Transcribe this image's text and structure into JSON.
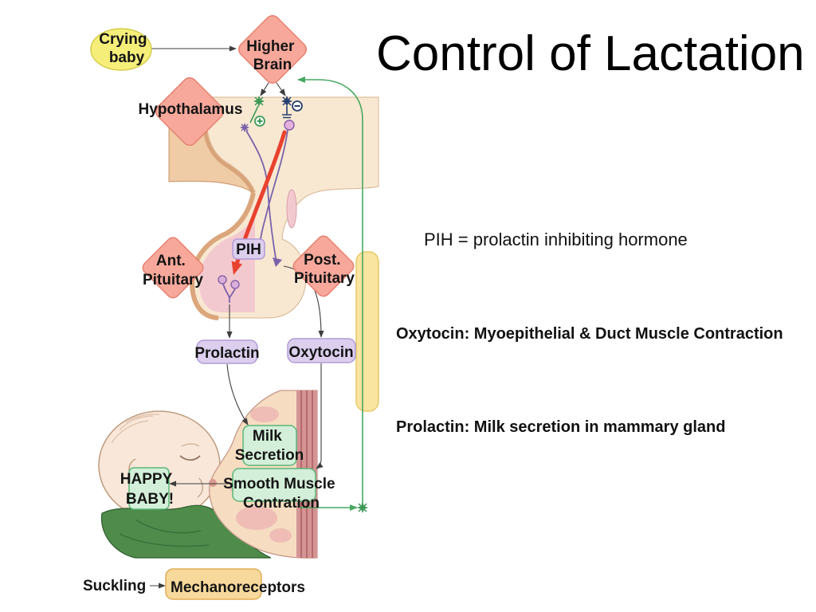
{
  "title": "Control of Lactation",
  "nodes": {
    "crying_baby": {
      "lines": [
        "Crying",
        "baby"
      ]
    },
    "higher_brain": {
      "lines": [
        "Higher",
        "Brain"
      ]
    },
    "hypothalamus": {
      "label": "Hypothalamus"
    },
    "pih": {
      "label": "PIH"
    },
    "ant_pituitary": {
      "lines": [
        "Ant.",
        "Pituitary"
      ]
    },
    "post_pituitary": {
      "lines": [
        "Post.",
        "Pituitary"
      ]
    },
    "prolactin": {
      "label": "Prolactin"
    },
    "oxytocin": {
      "label": "Oxytocin"
    },
    "milk_secretion": {
      "lines": [
        "Milk",
        "Secretion"
      ]
    },
    "smooth_muscle": {
      "lines": [
        "Smooth Muscle",
        "Contration"
      ]
    },
    "happy_baby": {
      "lines": [
        "HAPPY",
        "BABY!"
      ]
    },
    "suckling": {
      "label": "Suckling"
    },
    "mechanoreceptors": {
      "label": "Mechanoreceptors"
    }
  },
  "notes": {
    "pih_definition": "PIH = prolactin inhibiting hormone",
    "oxytocin_effect": "Oxytocin: Myoepithelial & Duct Muscle Contraction",
    "prolactin_effect": "Prolactin: Milk secretion in mammary gland"
  },
  "icons": {
    "excitatory_synapse": "green-star-icon",
    "inhibitory_synapse": "navy-star-icon",
    "neuron_terminal": "purple-star-icon",
    "stimulation": "plus-circle-icon",
    "inhibition": "minus-circle-icon"
  },
  "colors": {
    "diamond_fill": "#f7a89b",
    "diamond_stroke": "#e8806f",
    "crying_fill": "#f5ef7a",
    "hormone_fill": "#dccfee",
    "hormone_stroke": "#b29bd6",
    "effect_fill": "#d3efd9",
    "effect_stroke": "#5bb679",
    "receptor_fill": "#f8d99c",
    "receptor_stroke": "#e1ad55",
    "feedback_green": "#47a862",
    "pih_red": "#e8412e",
    "neuron_purple": "#7a62a9"
  }
}
